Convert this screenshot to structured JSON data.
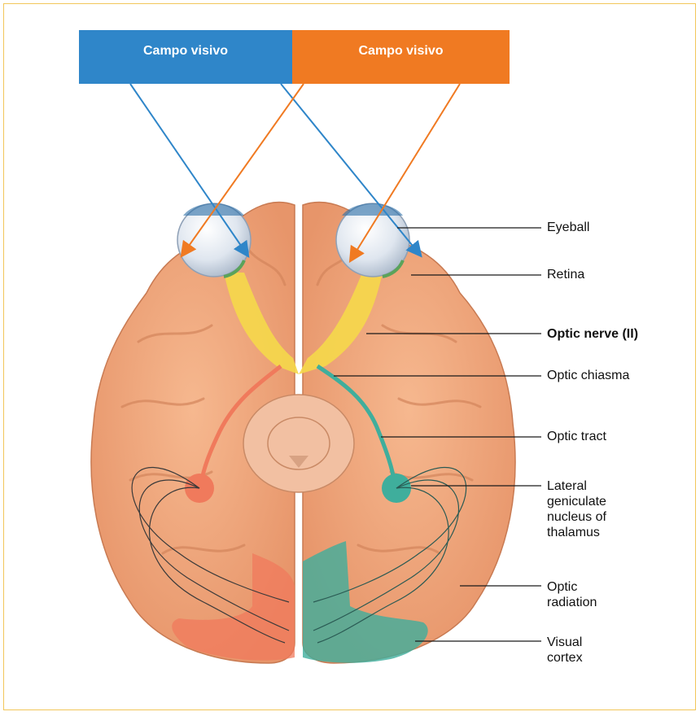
{
  "visual_field": {
    "left_label": "Campo visivo",
    "right_label": "Campo visivo",
    "left_color": "#2f86c9",
    "right_color": "#f07a22"
  },
  "labels": {
    "eyeball": "Eyeball",
    "retina": "Retina",
    "optic_nerve": "Optic nerve (II)",
    "optic_chiasma": "Optic chiasma",
    "optic_tract": "Optic tract",
    "lgn_line1": "Lateral",
    "lgn_line2": "geniculate",
    "lgn_line3": "nucleus of",
    "lgn_line4": "thalamus",
    "optic_radiation_line1": "Optic",
    "optic_radiation_line2": "radiation",
    "visual_cortex_line1": "Visual",
    "visual_cortex_line2": "cortex"
  },
  "colors": {
    "brain": "#f0a77c",
    "brain_shadow": "#d98a60",
    "left_pathway": "#f07a5c",
    "right_pathway": "#3fae9c",
    "optic_nerve": "#f5d84a",
    "frame": "#f2c65a"
  }
}
